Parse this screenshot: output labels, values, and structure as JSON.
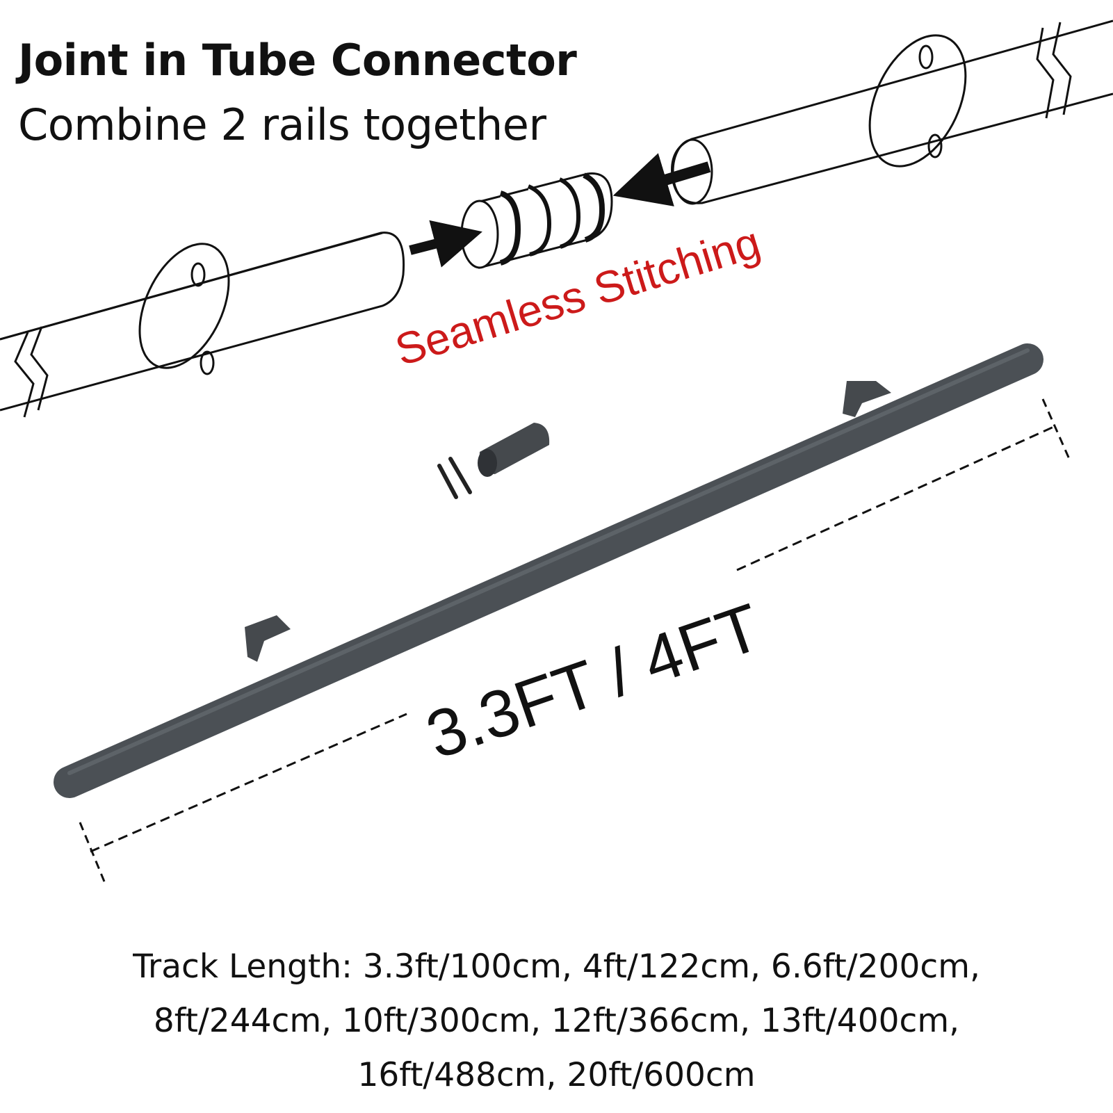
{
  "header": {
    "title": "Joint in Tube Connector",
    "subtitle": "Combine 2 rails together"
  },
  "diagram": {
    "annotation": "Seamless Stitching",
    "dimension_label": "3.3FT / 4FT"
  },
  "specs": {
    "lines": [
      "Track Length: 3.3ft/100cm, 4ft/122cm, 6.6ft/200cm,",
      "8ft/244cm, 10ft/300cm, 12ft/366cm, 13ft/400cm,",
      "16ft/488cm, 20ft/600cm"
    ]
  },
  "colors": {
    "annotation": "#cc1a1a",
    "rail": "#4b5055",
    "line_art": "#111111"
  }
}
